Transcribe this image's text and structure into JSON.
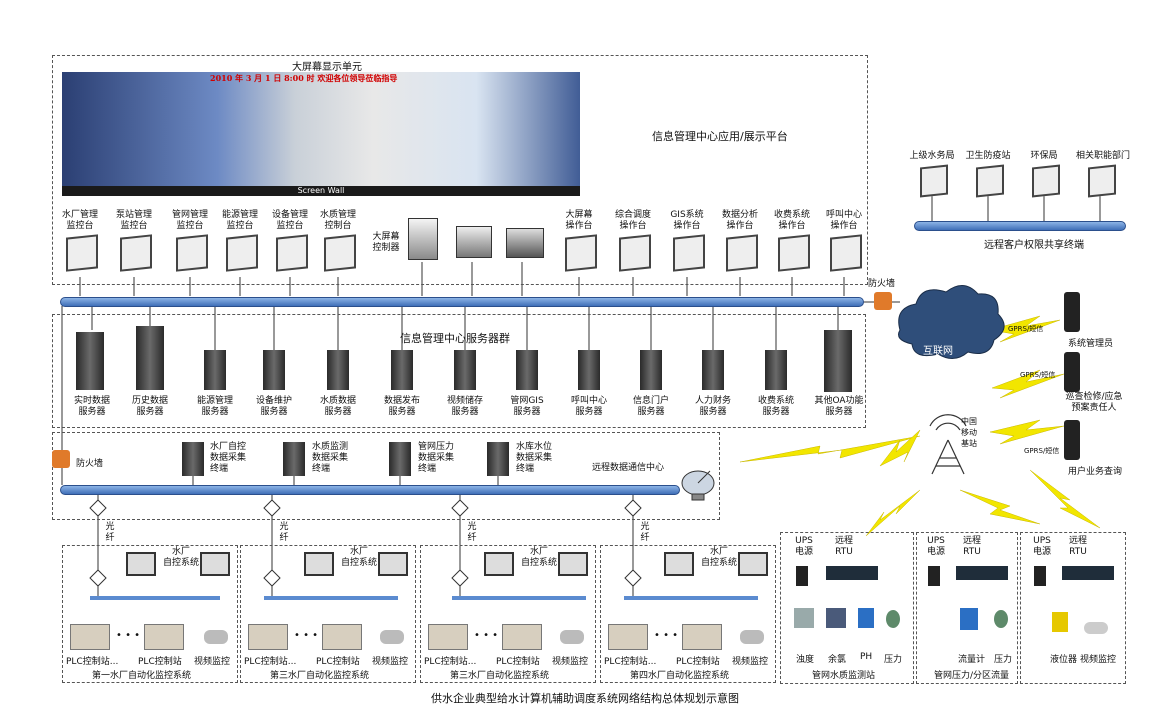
{
  "screen_wall": {
    "title": "大屏幕显示单元",
    "banner": "2010 年 3 月 1 日 8:00 时   欢迎各位领导莅临指导",
    "caption": "Screen Wall"
  },
  "center_platform": "信息管理中心应用/展示平台",
  "left_consoles": [
    "水厂管理\n监控台",
    "泵站管理\n监控台",
    "管网管理\n监控台",
    "能源管理\n监控台",
    "设备管理\n监控台",
    "水质管理\n控制台"
  ],
  "screen_controller": "大屏幕\n控制器",
  "right_consoles": [
    "大屏幕\n操作台",
    "综合调度\n操作台",
    "GIS系统\n操作台",
    "数据分析\n操作台",
    "收费系统\n操作台",
    "呼叫中心\n操作台"
  ],
  "remote_clients": {
    "items": [
      "上级水务局",
      "卫生防疫站",
      "环保局",
      "相关职能部门"
    ],
    "label": "远程客户权限共享终端"
  },
  "firewall": "防火墙",
  "server_group": {
    "title": "信息管理中心服务器群",
    "servers": [
      "实时数据\n服务器",
      "历史数据\n服务器",
      "能源管理\n服务器",
      "设备维护\n服务器",
      "水质数据\n服务器",
      "数据发布\n服务器",
      "视频储存\n服务器",
      "管网GIS\n服务器",
      "呼叫中心\n服务器",
      "信息门户\n服务器",
      "人力财务\n服务器",
      "收费系统\n服务器",
      "其他OA功能\n服务器"
    ]
  },
  "internet": "互联网",
  "mobile": {
    "devices": [
      "系统管理员",
      "巡查检修/应急\n预案责任人",
      "用户业务查询"
    ],
    "gprs": [
      "GPRS/短信",
      "GPRS/短信",
      "GPRS/短信"
    ],
    "base_station": "中国\n移动\n基站"
  },
  "collect": {
    "terminals": [
      "水厂自控\n数据采集\n终端",
      "水质监测\n数据采集\n终端",
      "管网压力\n数据采集\n终端",
      "水库水位\n数据采集\n终端"
    ],
    "comm_center": "远程数据通信中心"
  },
  "fiber": "光\n纤",
  "plants": [
    {
      "name": "第一水厂自动化监控系统",
      "scada": "水厂\n自控系统",
      "plc1": "PLC控制站...",
      "plc2": "PLC控制站",
      "video": "视频监控"
    },
    {
      "name": "第三水厂自动化监控系统",
      "scada": "水厂\n自控系统",
      "plc1": "PLC控制站...",
      "plc2": "PLC控制站",
      "video": "视频监控"
    },
    {
      "name": "第三水厂自动化监控系统",
      "scada": "水厂\n自控系统",
      "plc1": "PLC控制站...",
      "plc2": "PLC控制站",
      "video": "视频监控"
    },
    {
      "name": "第四水厂自动化监控系统",
      "scada": "水厂\n自控系统",
      "plc1": "PLC控制站...",
      "plc2": "PLC控制站",
      "video": "视频监控"
    }
  ],
  "stations": [
    {
      "ups": "UPS\n电源",
      "rtu": "远程\nRTU",
      "sensors": [
        "浊度",
        "余氯",
        "PH",
        "压力"
      ],
      "name": "管网水质监测站"
    },
    {
      "ups": "UPS\n电源",
      "rtu": "远程\nRTU",
      "sensors": [
        "流量计",
        "压力"
      ],
      "name": "管网压力/分区流量"
    },
    {
      "ups": "UPS\n电源",
      "rtu": "远程\nRTU",
      "sensors": [
        "液位器",
        "视频监控"
      ],
      "name": ""
    }
  ],
  "footer": "供水企业典型给水计算机辅助调度系统网络结构总体规划示意图",
  "colors": {
    "bus": "#5b8bd0",
    "lightning": "#f2e600",
    "cloud": "#2f4e7a",
    "firewall": "#e07a2a"
  }
}
